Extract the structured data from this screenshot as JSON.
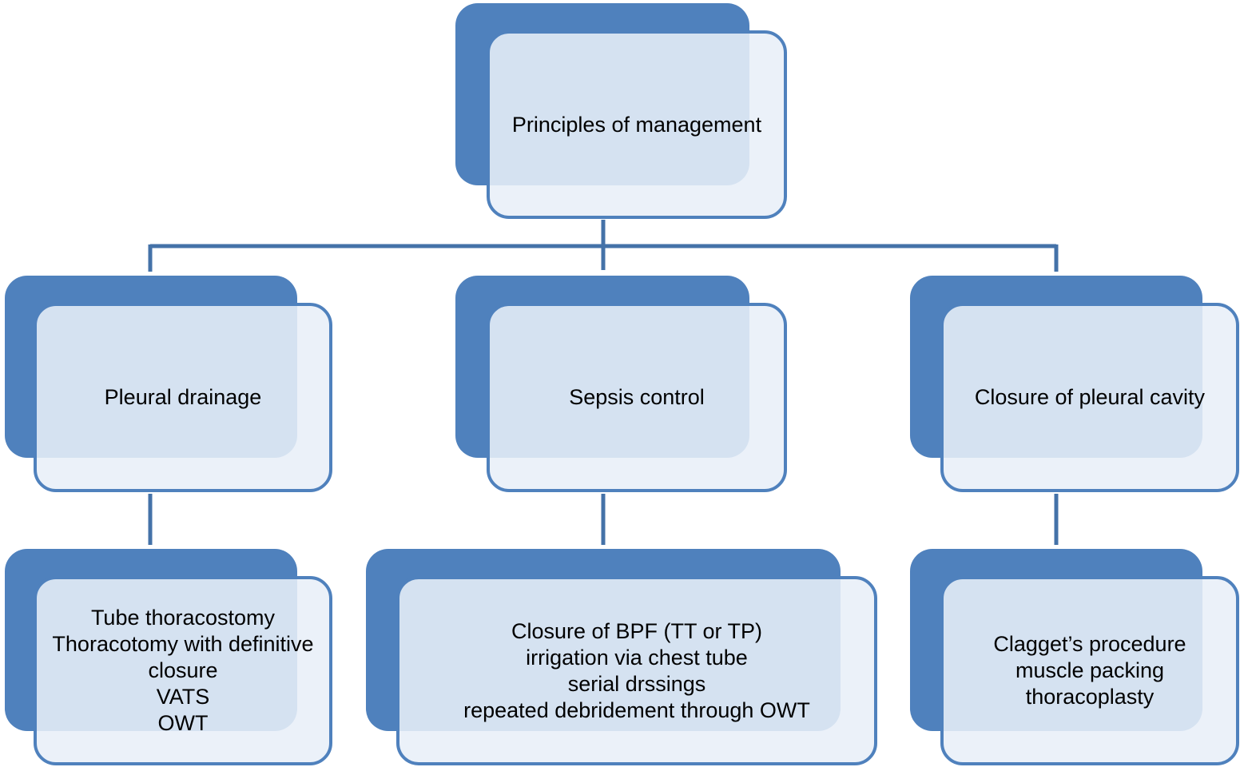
{
  "root": {
    "label": "Principles of management"
  },
  "branches": [
    {
      "label": "Pleural drainage",
      "details": [
        "Tube thoracostomy",
        "Thoracotomy with definitive",
        "closure",
        "VATS",
        "OWT"
      ]
    },
    {
      "label": "Sepsis control",
      "details": [
        "Closure of BPF (TT or TP)",
        "irrigation via chest tube",
        "serial drssings",
        "repeated debridement through OWT"
      ]
    },
    {
      "label": "Closure of pleural cavity",
      "details": [
        "Clagget’s procedure",
        "muscle packing",
        "thoracoplasty"
      ]
    }
  ],
  "colors": {
    "node_dark": "#4f81bd",
    "node_light": "#e8eff8",
    "connector": "#4472a8"
  }
}
